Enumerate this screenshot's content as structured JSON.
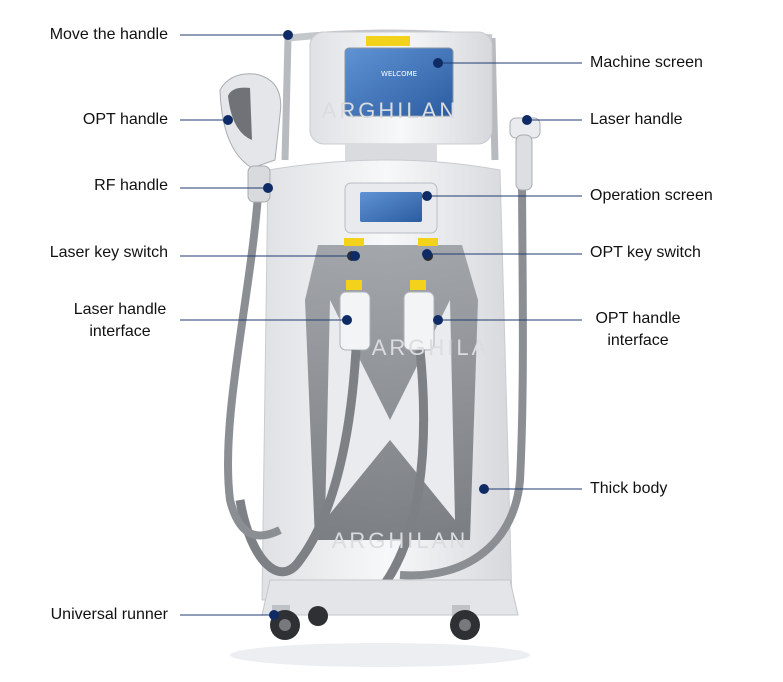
{
  "callouts": {
    "move_handle": "Move the handle",
    "opt_handle": "OPT handle",
    "rf_handle": "RF handle",
    "laser_key_switch": "Laser key switch",
    "laser_handle_interface": "Laser handle\ninterface",
    "universal_runner": "Universal runner",
    "machine_screen": "Machine screen",
    "laser_handle": "Laser handle",
    "operation_screen": "Operation screen",
    "opt_key_switch": "OPT key switch",
    "opt_handle_interface": "OPT handle\ninterface",
    "thick_body": "Thick body"
  },
  "device_text": {
    "watermark": "ARGHILAN",
    "screen_text": "WELCOME"
  },
  "colors": {
    "callout_line": "#1f3b73",
    "callout_dot": "#0f2b66",
    "body_white": "#f2f3f5",
    "body_gray": "#8d9196",
    "screen_blue": "#3b6fb3",
    "label_yellow": "#f2d21b"
  }
}
